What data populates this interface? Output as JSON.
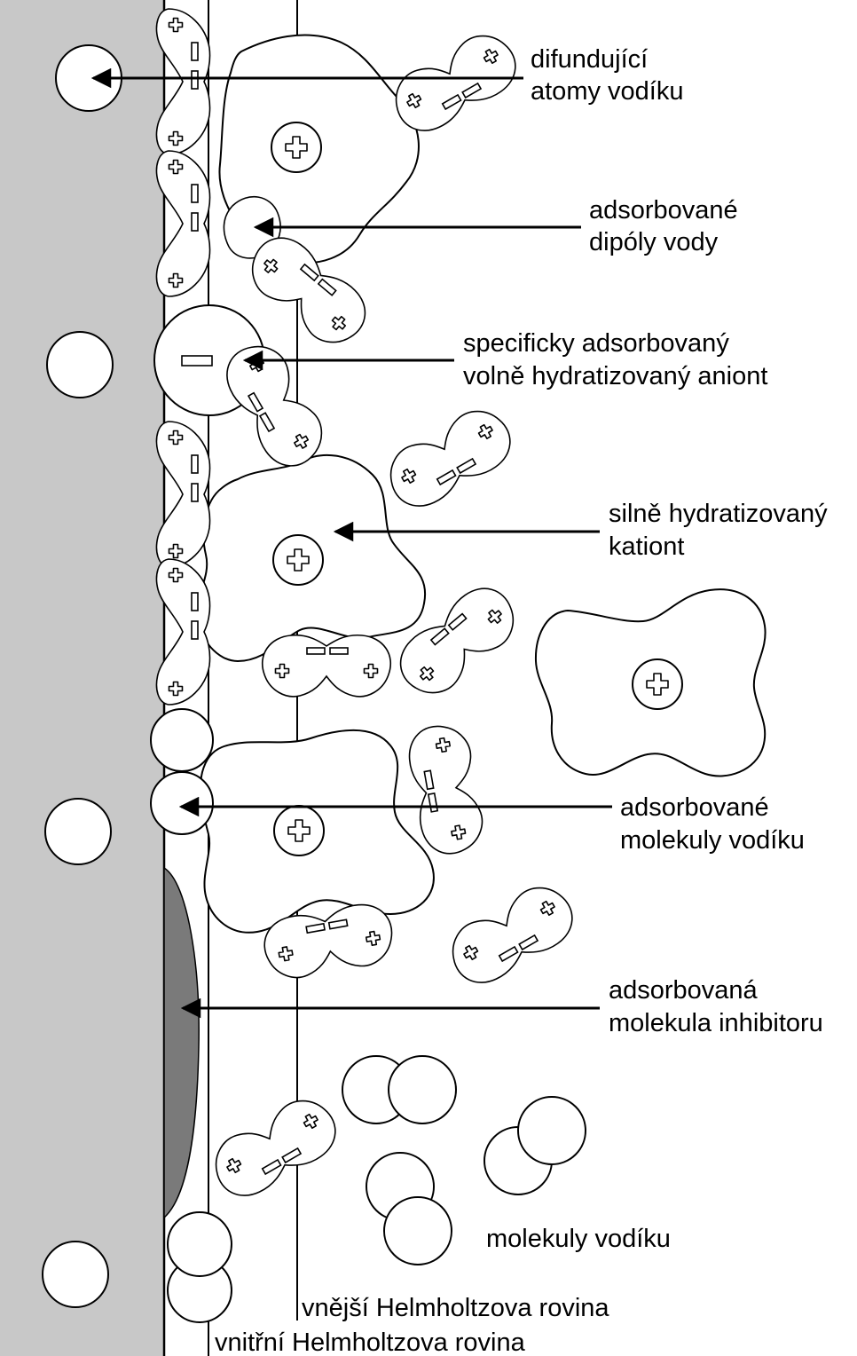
{
  "labels": {
    "hydrogen_atoms": [
      "difundující",
      "atomy vodíku"
    ],
    "water_dipoles": [
      "adsorbované",
      "dipóly vody"
    ],
    "anion": [
      "specificky adsorbovaný",
      "volně hydratizovaný aniont"
    ],
    "cation": [
      "silně hydratizovaný",
      "kationt"
    ],
    "hydrogen_molecules_adsorbed": [
      "adsorbované",
      "molekuly vodíku"
    ],
    "inhibitor": [
      "adsorbovaná",
      "molekula inhibitoru"
    ],
    "hydrogen_molecules": "molekuly vodíku",
    "outer_plane": "vnější Helmholtzova rovina",
    "inner_plane": "vnitřní Helmholtzova rovina"
  },
  "colors": {
    "metal": "#c8c8c8",
    "inhibitor": "#7a7a7a",
    "line": "#000000",
    "background": "#ffffff"
  }
}
